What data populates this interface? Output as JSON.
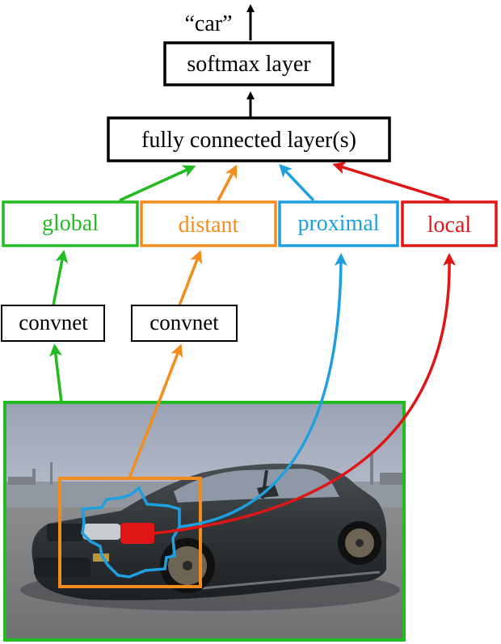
{
  "output_label": "“car”",
  "layers": {
    "softmax": "softmax layer",
    "fully_connected": "fully connected layer(s)"
  },
  "regions": {
    "global": "global",
    "distant": "distant",
    "proximal": "proximal",
    "local": "local"
  },
  "convnets": {
    "left": "convnet",
    "right": "convnet"
  },
  "colors": {
    "global": "#22bb22",
    "distant": "#f28c1c",
    "proximal": "#1ea0e0",
    "local": "#e01515",
    "black": "#000000"
  },
  "photo_subject": "dark grey sedan car photographed in a parking lot by the sea"
}
